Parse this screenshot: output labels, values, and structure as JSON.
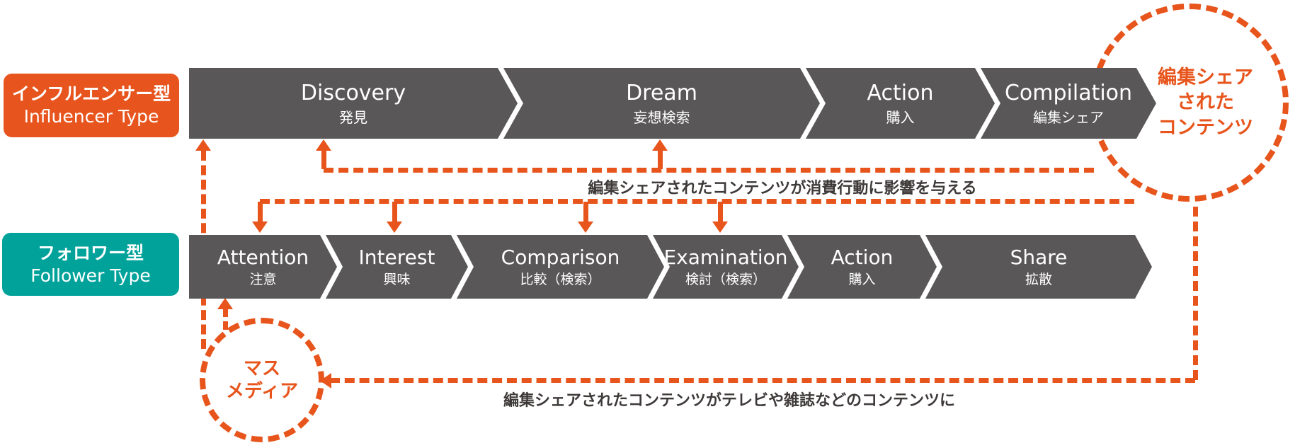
{
  "colors": {
    "accent_orange": "#E8541D",
    "accent_teal": "#00A29A",
    "stage_gray": "#595757",
    "annotation_gray": "#3E3A39"
  },
  "influencer": {
    "label_ja": "インフルエンサー型",
    "label_en": "Influencer Type",
    "stages": [
      {
        "title": "Discovery",
        "subtitle": "発見"
      },
      {
        "title": "Dream",
        "subtitle": "妄想検索"
      },
      {
        "title": "Action",
        "subtitle": "購入"
      },
      {
        "title": "Compilation",
        "subtitle": "編集シェア"
      }
    ]
  },
  "follower": {
    "label_ja": "フォロワー型",
    "label_en": "Follower Type",
    "stages": [
      {
        "title": "Attention",
        "subtitle": "注意"
      },
      {
        "title": "Interest",
        "subtitle": "興味"
      },
      {
        "title": "Comparison",
        "subtitle": "比較（検索）"
      },
      {
        "title": "Examination",
        "subtitle": "検討（検索）"
      },
      {
        "title": "Action",
        "subtitle": "購入"
      },
      {
        "title": "Share",
        "subtitle": "拡散"
      }
    ]
  },
  "shared_content_circle": {
    "lines": [
      "編集シェア",
      "された",
      "コンテンツ"
    ]
  },
  "mass_media_circle": {
    "lines": [
      "マス",
      "メディア"
    ]
  },
  "annotations": {
    "influence": "編集シェアされたコンテンツが消費行動に影響を与える",
    "mass_media": "編集シェアされたコンテンツがテレビや雑誌などのコンテンツに"
  }
}
